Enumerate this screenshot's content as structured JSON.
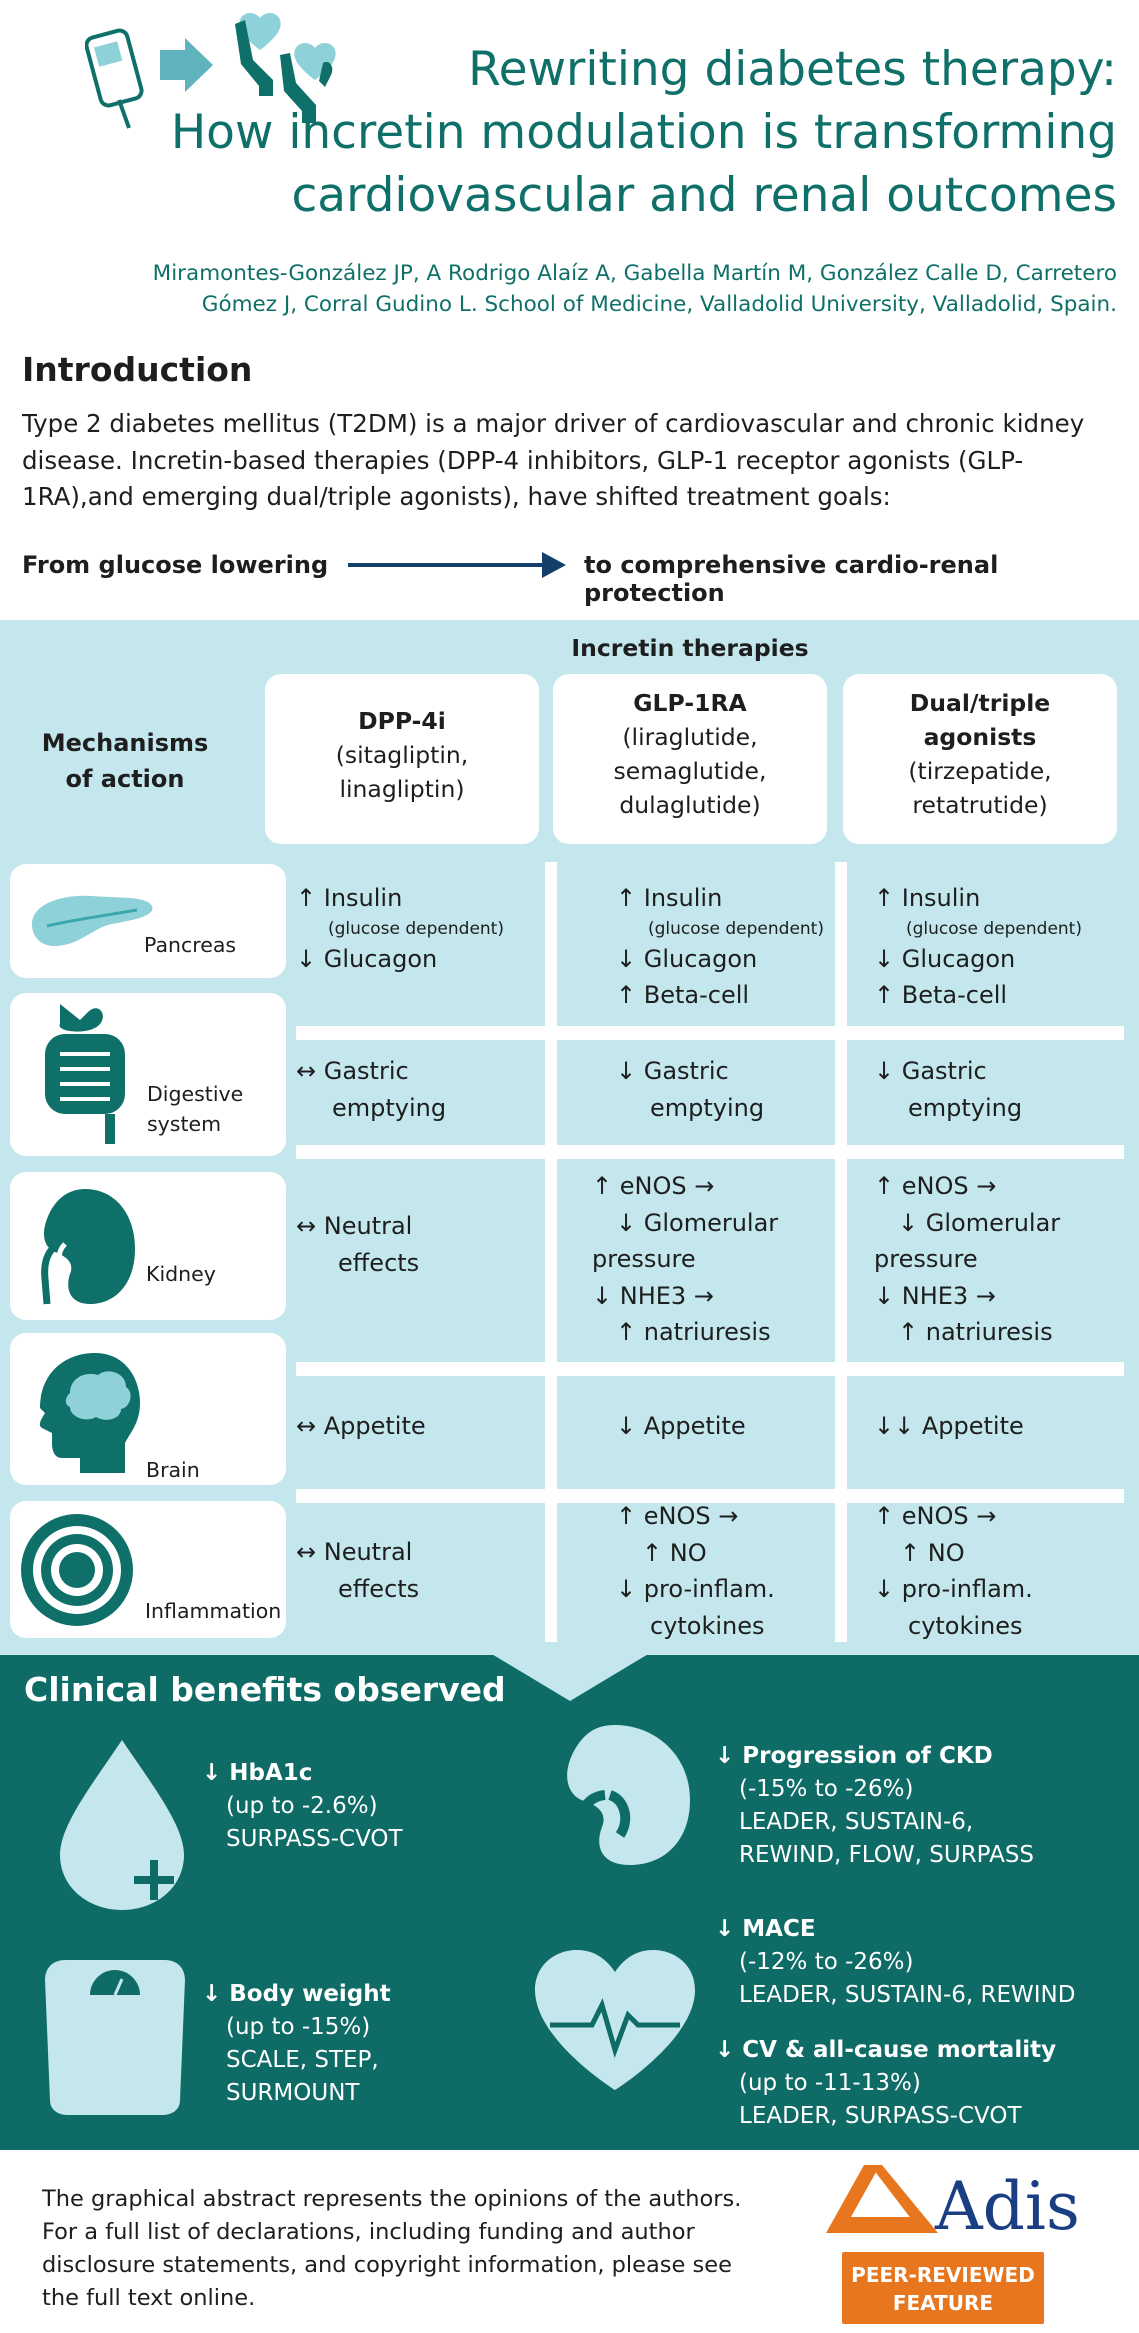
{
  "header": {
    "title_lines": [
      "Rewriting diabetes therapy:",
      "How incretin modulation is transforming",
      "cardiovascular and renal outcomes"
    ],
    "author_lines": [
      "Miramontes-González JP, A Rodrigo Alaíz A, Gabella Martín M, González Calle D, Carretero",
      "Gómez J, Corral Gudino L. School of Medicine, Valladolid University, Valladolid, Spain."
    ]
  },
  "intro": {
    "heading": "Introduction",
    "paragraph": "Type 2 diabetes mellitus (T2DM) is a major driver of cardiovascular and chronic kidney disease.  Incretin-based therapies (DPP-4 inhibitors, GLP-1 receptor agonists (GLP-1RA),and emerging dual/triple agonists),  have shifted treatment goals:",
    "from_text": "From glucose lowering",
    "to_text": "to comprehensive cardio-renal protection"
  },
  "therapies": {
    "section_title": "Incretin therapies",
    "mechanisms_lines": [
      "Mechanisms",
      "of action"
    ],
    "columns": [
      {
        "name": "DPP-4i",
        "drug_lines": [
          "(sitagliptin,",
          "linagliptin)"
        ]
      },
      {
        "name": "GLP-1RA",
        "drug_lines": [
          "(liraglutide,",
          "semaglutide,",
          "dulaglutide)"
        ]
      },
      {
        "name_lines": [
          "Dual/triple",
          "agonists"
        ],
        "drug_lines": [
          "(tirzepatide,",
          "retatrutide)"
        ]
      }
    ],
    "organs": [
      "Pancreas",
      "Digestive",
      "system",
      "Kidney",
      "Brain",
      "Inflammation"
    ],
    "rows": {
      "pancreas": {
        "dpp4": [
          "↑ Insulin",
          "(glucose dependent)",
          "↓ Glucagon"
        ],
        "glp1": [
          "↑ Insulin",
          "(glucose dependent)",
          "↓ Glucagon",
          "↑ Beta-cell"
        ],
        "dual": [
          "↑ Insulin",
          "(glucose dependent)",
          "↓ Glucagon",
          "↑ Beta-cell"
        ]
      },
      "digestive": {
        "dpp4": [
          "↔ Gastric",
          "emptying"
        ],
        "glp1": [
          "↓ Gastric",
          "emptying"
        ],
        "dual": [
          "↓ Gastric",
          "emptying"
        ]
      },
      "kidney": {
        "dpp4": [
          "↔ Neutral",
          "effects"
        ],
        "glp1": [
          "↑ eNOS  →",
          "↓ Glomerular",
          "pressure",
          "↓ NHE3 →",
          "↑ natriuresis"
        ],
        "dual": [
          "↑ eNOS  →",
          "↓ Glomerular",
          "pressure",
          "↓ NHE3 →",
          "↑ natriuresis"
        ]
      },
      "brain": {
        "dpp4": [
          "↔ Appetite"
        ],
        "glp1": [
          "↓ Appetite"
        ],
        "dual": [
          "↓↓ Appetite"
        ]
      },
      "inflammation": {
        "dpp4": [
          "↔ Neutral",
          "effects"
        ],
        "glp1": [
          "↑ eNOS →",
          "↑ NO",
          "↓ pro-inflam.",
          "cytokines"
        ],
        "dual": [
          "↑ eNOS →",
          "↑ NO",
          "↓ pro-inflam.",
          "cytokines"
        ]
      }
    }
  },
  "benefits": {
    "title": "Clinical benefits observed",
    "hba1c": [
      "↓ HbA1c",
      "(up to -2.6%)",
      "SURPASS-CVOT"
    ],
    "weight": [
      "↓ Body weight",
      "(up to -15%)",
      "SCALE, STEP,",
      "SURMOUNT"
    ],
    "ckd": [
      "↓ Progression of CKD",
      "(-15% to -26%)",
      "LEADER, SUSTAIN-6,",
      "REWIND, FLOW, SURPASS"
    ],
    "mace": [
      "↓ MACE",
      "(-12% to -26%)",
      "LEADER, SUSTAIN-6, REWIND"
    ],
    "mortality": [
      "↓ CV & all-cause mortality",
      "(up to -11-13%)",
      "LEADER, SURPASS-CVOT"
    ]
  },
  "footer": {
    "disclaimer_lines": [
      "The graphical abstract represents the opinions of the authors.",
      "For a full list of declarations, including funding and author",
      "disclosure statements, and copyright information, please see",
      "the full text online."
    ],
    "brand": "Adis",
    "badge_lines": [
      "PEER-REVIEWED",
      "FEATURE"
    ]
  },
  "colors": {
    "teal": "#0f7069",
    "panel": "#c3e7ed",
    "dark_teal": "#0f6b66",
    "arrow_navy": "#13406a",
    "adis_blue": "#1a3e82",
    "orange": "#e8761f"
  }
}
